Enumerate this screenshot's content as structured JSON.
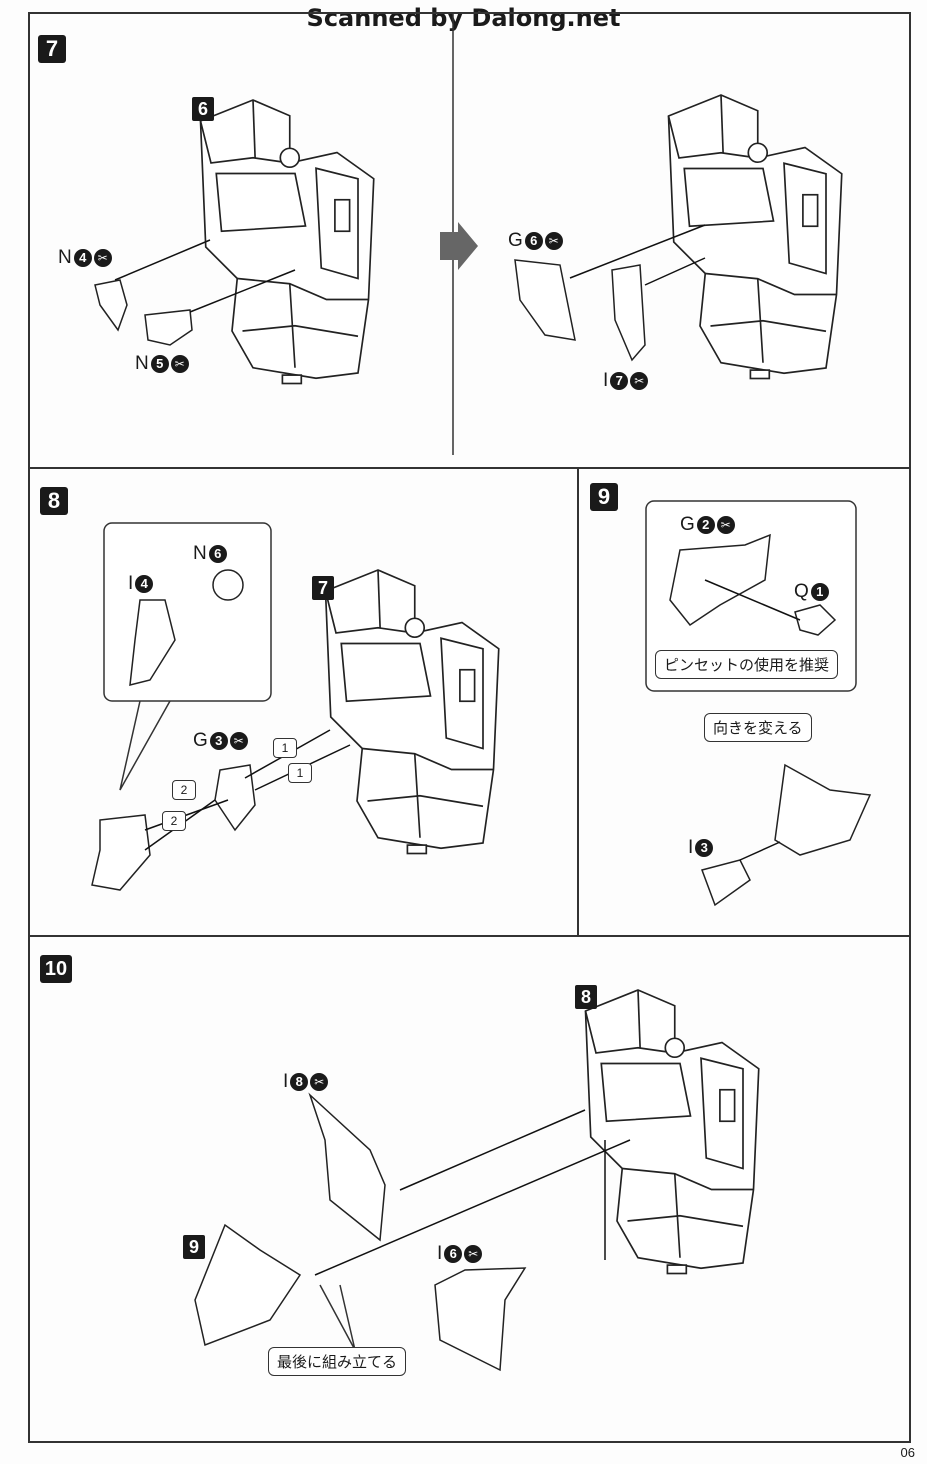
{
  "header": {
    "scan_credit": "Scanned by Dalong.net"
  },
  "page_number": "06",
  "steps": [
    {
      "number": "7",
      "ref": "6",
      "parts": [
        {
          "letter": "N",
          "num": "4",
          "cut": true
        },
        {
          "letter": "N",
          "num": "5",
          "cut": true
        },
        {
          "letter": "G",
          "num": "6",
          "cut": true
        },
        {
          "letter": "I",
          "num": "7",
          "cut": true
        }
      ]
    },
    {
      "number": "8",
      "ref": "7",
      "parts": [
        {
          "letter": "N",
          "num": "6",
          "cut": false
        },
        {
          "letter": "I",
          "num": "4",
          "cut": false
        },
        {
          "letter": "G",
          "num": "3",
          "cut": true
        }
      ],
      "order_marks": [
        "1",
        "1",
        "2",
        "2"
      ]
    },
    {
      "number": "9",
      "parts": [
        {
          "letter": "G",
          "num": "2",
          "cut": true
        },
        {
          "letter": "Q",
          "num": "1",
          "cut": false
        },
        {
          "letter": "I",
          "num": "3",
          "cut": false
        }
      ],
      "notes": [
        "ピンセットの使用を推奨",
        "向きを変える"
      ]
    },
    {
      "number": "10",
      "refs": [
        "8",
        "9"
      ],
      "parts": [
        {
          "letter": "I",
          "num": "8",
          "cut": true
        },
        {
          "letter": "I",
          "num": "6",
          "cut": true
        }
      ],
      "notes": [
        "最後に組み立てる"
      ]
    }
  ],
  "icons": {
    "part_cut": "nipper-cut-icon",
    "arrow": "right-arrow-icon"
  }
}
